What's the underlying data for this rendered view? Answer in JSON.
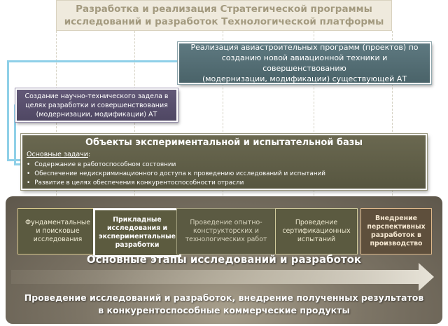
{
  "title": {
    "line1": "Разработка и реализация Стратегической программы",
    "line2": "исследований и разработок Технологической платформы"
  },
  "programs": {
    "avia": {
      "line1": "Реализация авиастроительных программ (проектов) по",
      "line2": "созданию новой авиационной техники и совершенствованию",
      "line3": "(модернизации, модификации) существующей АТ"
    },
    "scitech": {
      "line1": "Создание научно-технического задела в",
      "line2": "целях разработки и совершенствования",
      "line3": "(модернизации, модификации) АТ"
    }
  },
  "base": {
    "title": "Объекты экспериментальной и испытательной базы",
    "tasks_label": "Основные задачи",
    "tasks_colon": ":",
    "tasks": [
      "Содержание в работоспособном состоянии",
      "Обеспечение недискриминационного доступа к проведению исследований и испытаний",
      "Развитие в целях обеспечения конкурентоспособности отрасли"
    ]
  },
  "stages": [
    {
      "line1": "Фундаментальные",
      "line2": "и поисковые",
      "line3": "исследования",
      "line4": ""
    },
    {
      "line1": "Прикладные",
      "line2": "исследования и",
      "line3": "экспериментальные",
      "line4": "разработки"
    },
    {
      "line1": "Проведение опытно-",
      "line2": "конструкторских и",
      "line3": "технологических работ",
      "line4": ""
    },
    {
      "line1": "Проведение",
      "line2": "сертификационных",
      "line3": "испытаний",
      "line4": ""
    },
    {
      "line1": "Внедрение",
      "line2": "перспективных",
      "line3": "разработок в",
      "line4": "производство"
    }
  ],
  "stages_title": "Основные этапы исследований и разработок",
  "result": {
    "line1": "Проведение исследований и разработок, внедрение полученных результатов",
    "line2": "в конкурентоспособные коммерческие продукты"
  },
  "colors": {
    "title_text": "#a39a7f",
    "program_avia": "#56707a",
    "program_scitech": "#5a5070",
    "base": "#605f48",
    "connector": "#8fd0e8",
    "arrow": "#d9d4c5"
  }
}
